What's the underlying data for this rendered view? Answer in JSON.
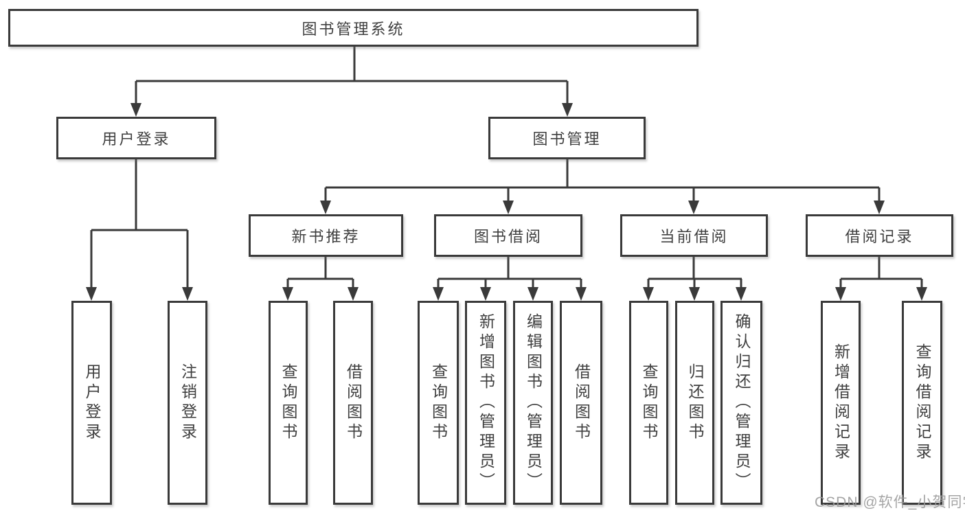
{
  "colors": {
    "line": "#3a3a3a",
    "text": "#3f3f3f",
    "watermark": "#9b9b9b",
    "bg": "#ffffff"
  },
  "root": "图书管理系统",
  "level1": [
    "用户登录",
    "图书管理"
  ],
  "level2": [
    "新书推荐",
    "图书借阅",
    "当前借阅",
    "借阅记录"
  ],
  "leaves": {
    "user_login": [
      "用户登录",
      "注销登录"
    ],
    "new_book_recommend": [
      "查询图书",
      "借阅图书"
    ],
    "book_borrowing": [
      "查询图书",
      "新增图书（管理员）",
      "编辑图书（管理员）",
      "借阅图书"
    ],
    "current_borrowing": [
      "查询图书",
      "归还图书",
      "确认归还（管理员）"
    ],
    "borrowing_records": [
      "新增借阅记录",
      "查询借阅记录"
    ]
  },
  "watermark": "CSDN @软件_小贺同学"
}
